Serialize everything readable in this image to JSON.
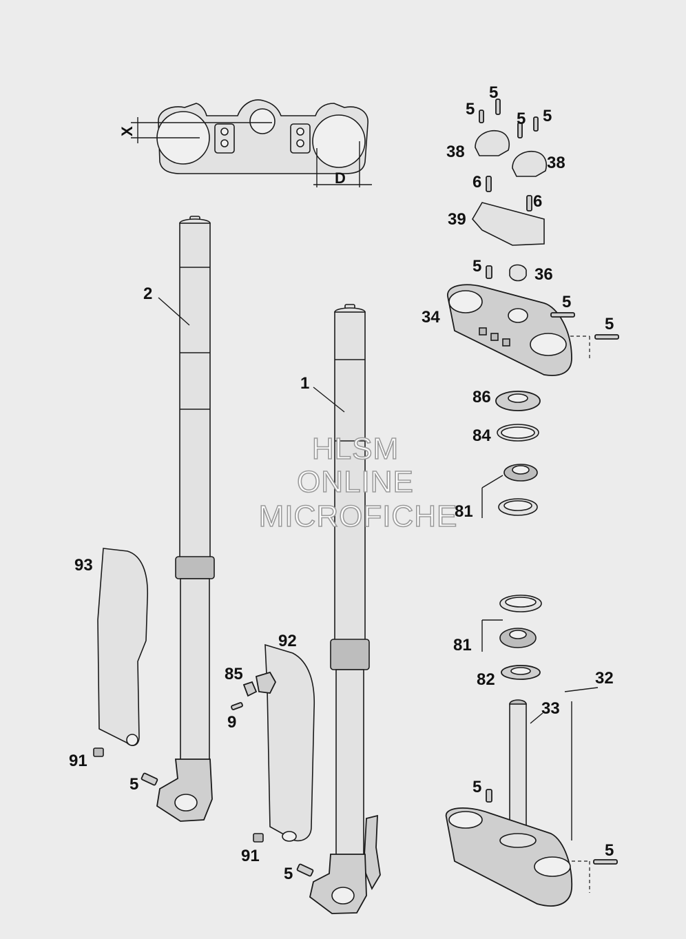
{
  "callouts": {
    "c2": "2",
    "c1": "1",
    "c93": "93",
    "c91a": "91",
    "c5a": "5",
    "c92": "92",
    "c85": "85",
    "c9": "9",
    "c91b": "91",
    "c5b": "5",
    "c5c": "5",
    "c5d": "5",
    "c5e": "5",
    "c5f": "5",
    "c38a": "38",
    "c38b": "38",
    "c6a": "6",
    "c6b": "6",
    "c39": "39",
    "c5g": "5",
    "c36": "36",
    "c34": "34",
    "c5h": "5",
    "c5i": "5",
    "c86": "86",
    "c84": "84",
    "c81a": "81",
    "c81b": "81",
    "c82": "82",
    "c32": "32",
    "c33": "33",
    "c5j": "5",
    "c5k": "5"
  },
  "dimensions": {
    "x": "X",
    "d": "D"
  },
  "watermark": {
    "line1": "HLSM",
    "line2": "ONLINE",
    "line3": "MICROFICHE"
  }
}
